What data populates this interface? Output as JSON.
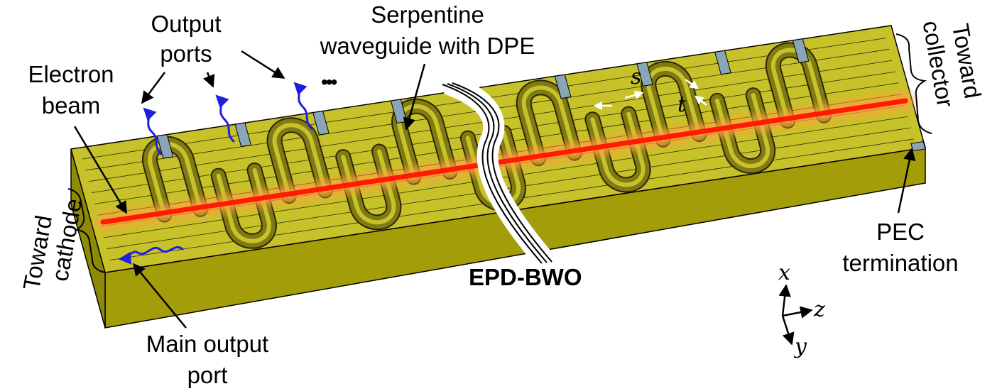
{
  "labels": {
    "output_ports": [
      "Output",
      "ports"
    ],
    "electron_beam": [
      "Electron",
      "beam"
    ],
    "serpentine": [
      "Serpentine",
      "waveguide with DPE"
    ],
    "toward_collector": [
      "Toward",
      "collector"
    ],
    "toward_cathode": [
      "Toward",
      "cathode"
    ],
    "pec": [
      "PEC",
      "termination"
    ],
    "main_output": [
      "Main output",
      "port"
    ],
    "device": "EPD-BWO",
    "ellipsis": "•••",
    "s": "s",
    "t": "t",
    "axis_x": "x",
    "axis_y": "y",
    "axis_z": "z"
  },
  "colors": {
    "body_top": "#c8c22a",
    "body_front": "#a29d08",
    "groove": "#7f7a14",
    "beam": "#ff1a00",
    "glow": "#ffa040",
    "wave": "#1f1fe0",
    "port": "#8aa4b8"
  }
}
